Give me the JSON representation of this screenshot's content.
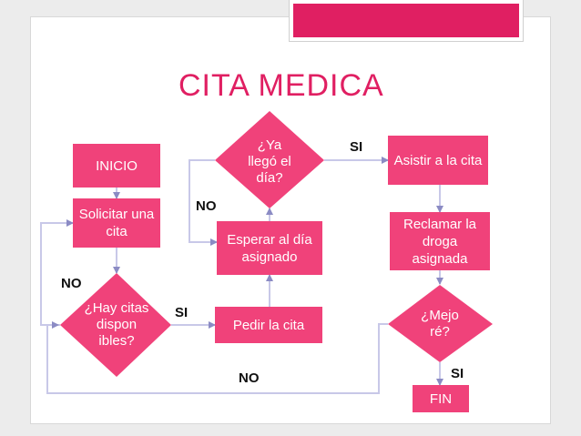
{
  "title": "CITA MEDICA",
  "nodes": {
    "inicio": "INICIO",
    "solicitar": "Solicitar una cita",
    "hay_citas": "¿Hay citas dispon ibles?",
    "pedir": "Pedir la cita",
    "esperar": "Esperar al día asignado",
    "ya_llego": "¿Ya llegó el día?",
    "asistir": "Asistir a la cita",
    "reclamar": "Reclamar la droga asignada",
    "mejore": "¿Mejo ré?",
    "fin": "FIN"
  },
  "labels": {
    "no_hay_citas": "NO",
    "si_hay_citas": "SI",
    "no_llego": "NO",
    "si_llego": "SI",
    "no_mejore": "NO",
    "si_mejore": "SI"
  },
  "colors": {
    "accent": "#e01f62",
    "node_fill": "#f0427a",
    "connector": "#c8c8e8"
  }
}
